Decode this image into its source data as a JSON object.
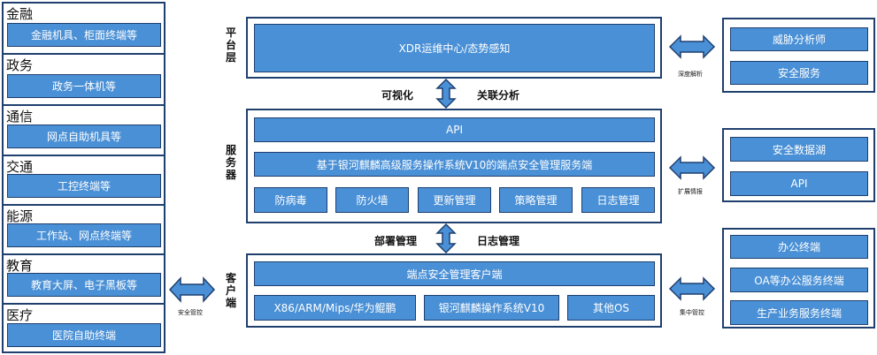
{
  "industries": [
    {
      "name": "金融",
      "item": "金融机具、柜面终端等"
    },
    {
      "name": "政务",
      "item": "政务一体机等"
    },
    {
      "name": "通信",
      "item": "网点自助机具等"
    },
    {
      "name": "交通",
      "item": "工控终端等"
    },
    {
      "name": "能源",
      "item": "工作站、网点终端等"
    },
    {
      "name": "教育",
      "item": "教育大屏、电子黑板等"
    },
    {
      "name": "医疗",
      "item": "医院自助终端"
    }
  ],
  "left_link_label": "安全管控",
  "layers": {
    "platform": {
      "label": "平台层",
      "main": "XDR运维中心/态势感知"
    },
    "link_top": {
      "left": "可视化",
      "right": "关联分析"
    },
    "server": {
      "label": "服务器",
      "api": "API",
      "system": "基于银河麒麟高级服务操作系统V10的端点安全管理服务端",
      "modules": [
        "防病毒",
        "防火墙",
        "更新管理",
        "策略管理",
        "日志管理"
      ]
    },
    "link_bottom": {
      "left": "部署管理",
      "right": "日志管理"
    },
    "client": {
      "label": "客户端",
      "main": "端点安全管理客户端",
      "platforms": [
        "X86/ARM/Mips/华为鲲鹏",
        "银河麒麟操作系统V10",
        "其他OS"
      ]
    }
  },
  "right_groups": [
    {
      "link_label": "深度解析",
      "items": [
        "威胁分析师",
        "安全服务"
      ]
    },
    {
      "link_label": "扩展情报",
      "items": [
        "安全数据湖",
        "API"
      ]
    },
    {
      "link_label": "集中管控",
      "items": [
        "办公终端",
        "OA等办公服务终端",
        "生产业务服务终端"
      ]
    }
  ],
  "colors": {
    "box_fill": "#4a90d6",
    "border": "#1f3f6e",
    "arrow_fill": "#4a90d6"
  }
}
